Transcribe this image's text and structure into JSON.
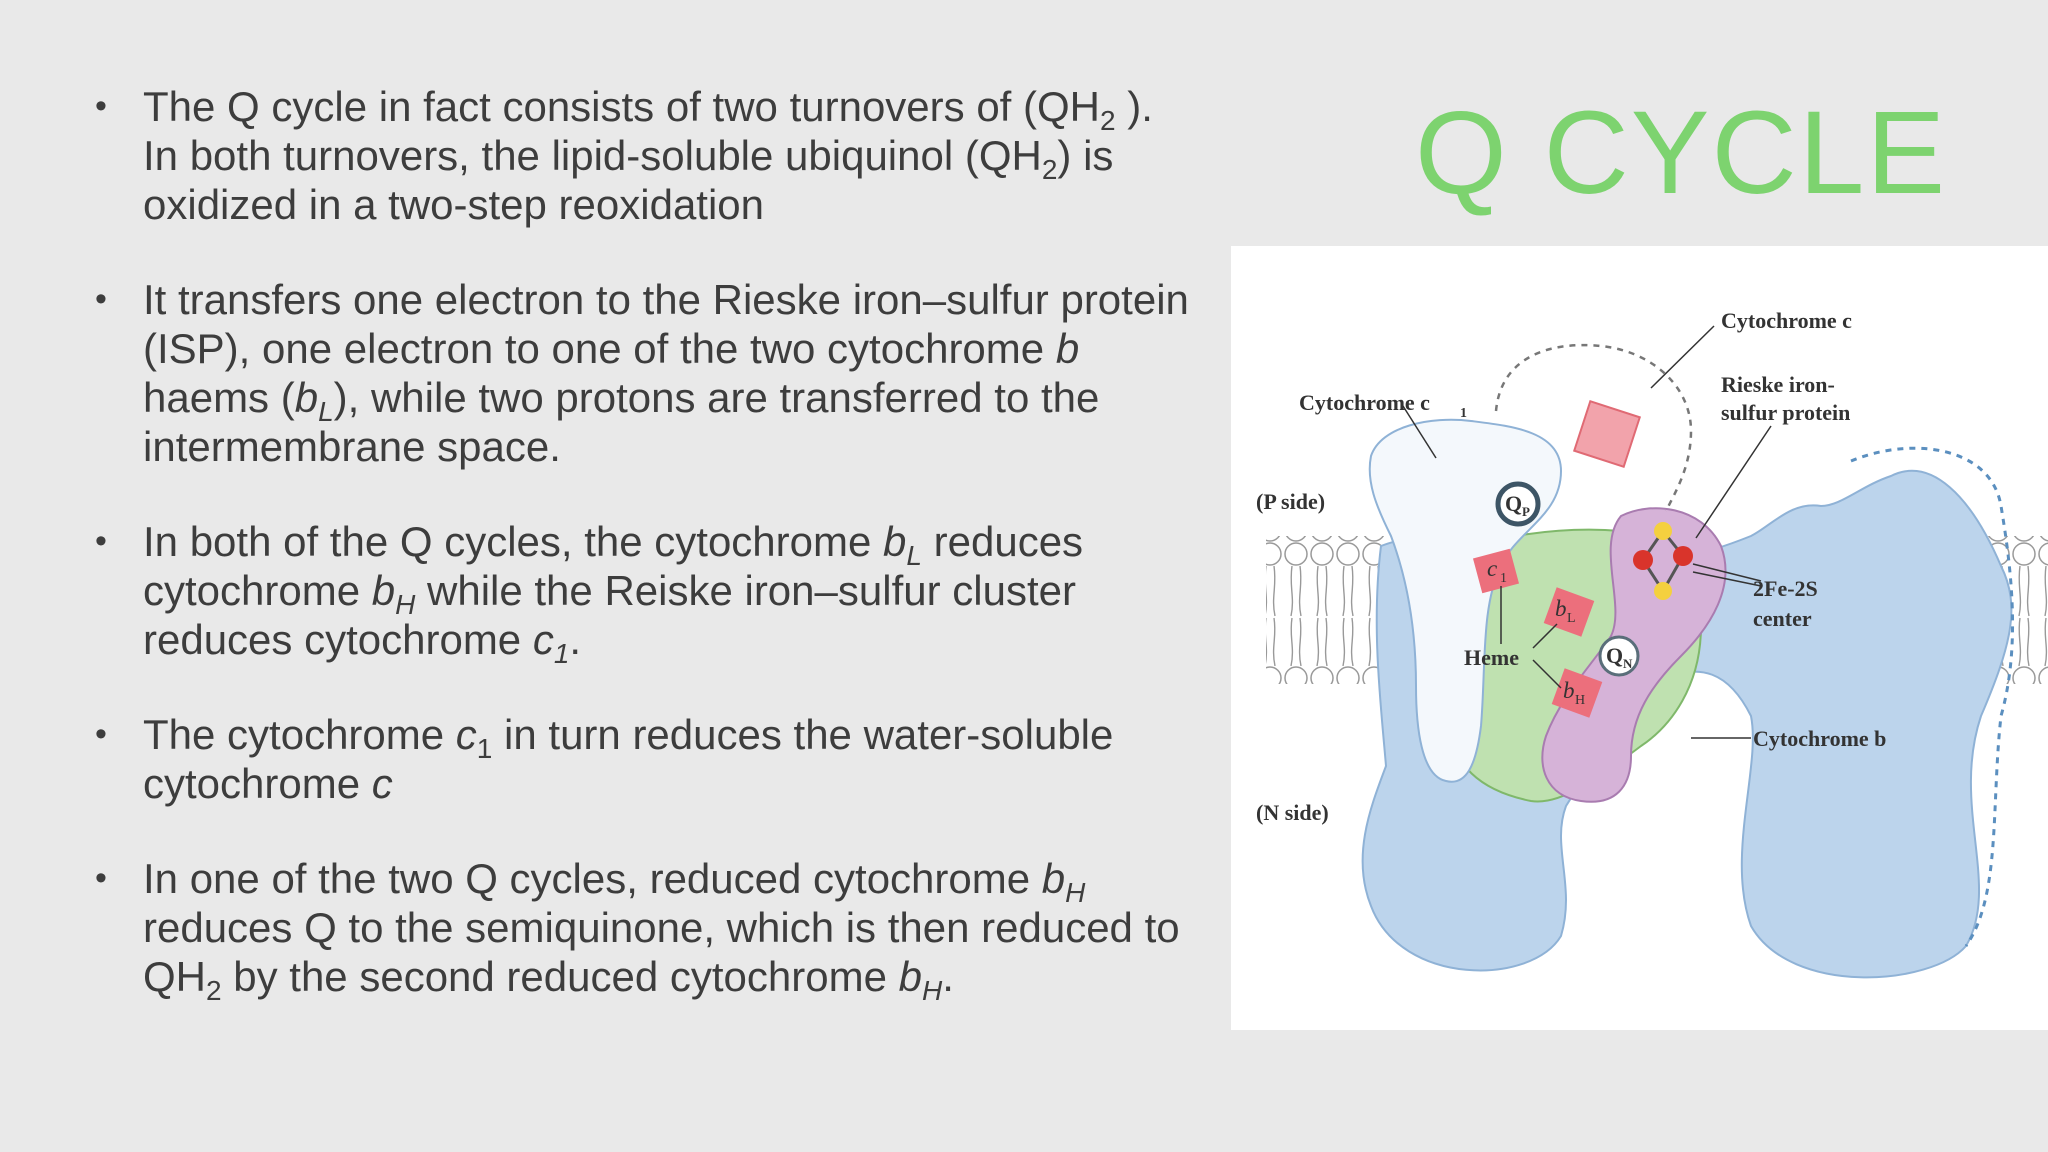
{
  "title": "Q CYCLE",
  "colors": {
    "title": "#7dd36f",
    "background": "#e9e9e9",
    "text": "#3d3d3d"
  },
  "bullets": [
    {
      "segments": [
        {
          "t": "The Q cycle in fact consists of two turnovers of (QH"
        },
        {
          "t": "2",
          "sub": true
        },
        {
          "t": " ). In both turnovers, the lipid-soluble ubiquinol (QH"
        },
        {
          "t": "2",
          "sub": true
        },
        {
          "t": ") is oxidized in a two-step reoxidation"
        }
      ]
    },
    {
      "segments": [
        {
          "t": "It transfers one electron to the Rieske iron–sulfur protein (ISP), one electron to one of the two cytochrome "
        },
        {
          "t": "b",
          "it": true
        },
        {
          "t": " haems ("
        },
        {
          "t": "b",
          "it": true
        },
        {
          "t": "L",
          "sub": true,
          "it": true
        },
        {
          "t": "), while two protons are transferred to the intermembrane space."
        }
      ]
    },
    {
      "segments": [
        {
          "t": "In both of the Q cycles, the cytochrome "
        },
        {
          "t": "b",
          "it": true
        },
        {
          "t": "L",
          "sub": true,
          "it": true
        },
        {
          "t": " reduces cytochrome "
        },
        {
          "t": "b",
          "it": true
        },
        {
          "t": "H",
          "sub": true,
          "it": true
        },
        {
          "t": " while the Reiske iron–sulfur cluster reduces cytochrome "
        },
        {
          "t": "c",
          "it": true
        },
        {
          "t": "1",
          "sub": true,
          "it": true
        },
        {
          "t": "."
        }
      ]
    },
    {
      "segments": [
        {
          "t": "The cytochrome "
        },
        {
          "t": "c",
          "it": true
        },
        {
          "t": "1",
          "sub": true
        },
        {
          "t": " in turn reduces the water-soluble cytochrome "
        },
        {
          "t": "c",
          "it": true
        }
      ]
    },
    {
      "segments": [
        {
          "t": "In one of the two Q cycles, reduced cytochrome "
        },
        {
          "t": "b",
          "it": true
        },
        {
          "t": "H",
          "sub": true,
          "it": true
        },
        {
          "t": " reduces Q to the semiquinone, which is then reduced to QH"
        },
        {
          "t": "2",
          "sub": true
        },
        {
          "t": " by the second reduced cytochrome "
        },
        {
          "t": "b",
          "it": true
        },
        {
          "t": "H",
          "sub": true,
          "it": true
        },
        {
          "t": "."
        }
      ]
    }
  ],
  "figure": {
    "labels": {
      "cytochrome_c": "Cytochrome c",
      "cytochrome_c1": "Cytochrome c",
      "cytochrome_c1_sub": "1",
      "rieske_1": "Rieske iron-",
      "rieske_2": "sulfur protein",
      "p_side": "(P side)",
      "n_side": "(N side)",
      "center_1": "2Fe-2S",
      "center_2": "center",
      "heme": "Heme",
      "cytochrome_b": "Cytochrome b",
      "qp": "Q",
      "qp_sub": "P",
      "qn": "Q",
      "qn_sub": "N",
      "c1": "c",
      "c1_sub": "1",
      "bl": "b",
      "bl_sub": "L",
      "bh": "b",
      "bh_sub": "H"
    }
  }
}
